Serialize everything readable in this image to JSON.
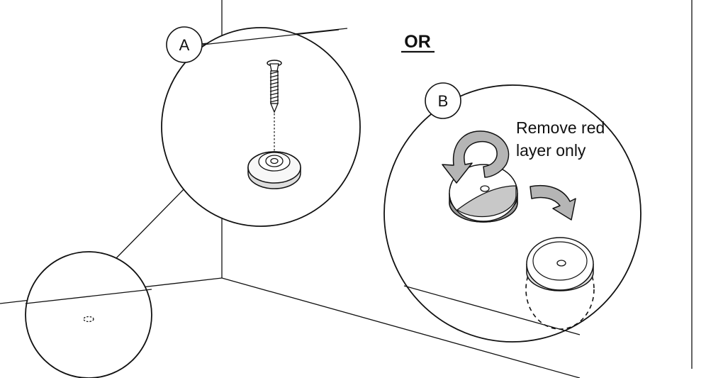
{
  "diagram": {
    "option_a_label": "A",
    "option_b_label": "B",
    "or_label": "OR",
    "instruction": {
      "line1": "Remove red",
      "line2": "layer only"
    }
  }
}
